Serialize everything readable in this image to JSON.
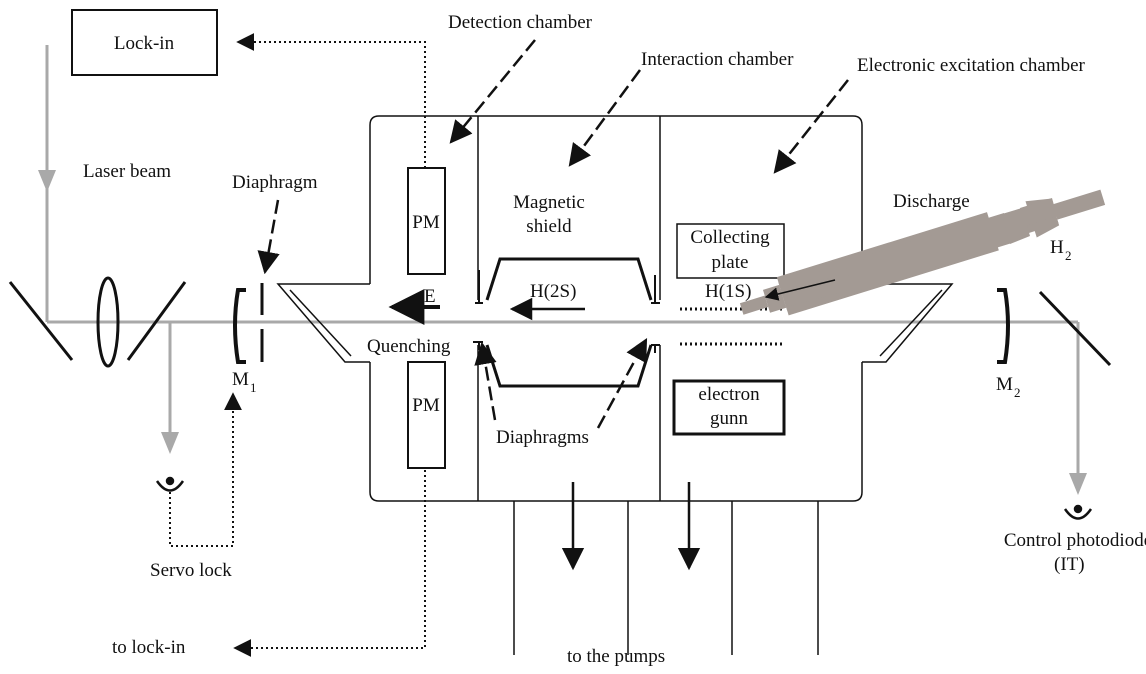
{
  "labels": {
    "lockin_box": "Lock-in",
    "detection_chamber": "Detection chamber",
    "interaction_chamber": "Interaction chamber",
    "excitation_chamber": "Electronic excitation chamber",
    "laser_beam": "Laser beam",
    "diaphragm": "Diaphragm",
    "pm_top": "PM",
    "pm_bottom": "PM",
    "magnetic": "Magnetic",
    "shield": "shield",
    "collecting": "Collecting",
    "plate": "plate",
    "discharge": "Discharge",
    "h2": "H",
    "h2_sub": "2",
    "e_field": "E",
    "h2s": "H(2S)",
    "h1s": "H(1S)",
    "quenching": "Quenching",
    "m1": "M",
    "m1_sub": "1",
    "m2": "M",
    "m2_sub": "2",
    "electron": "electron",
    "gunn": "gunn",
    "diaphragms": "Diaphragms",
    "servo_lock": "Servo lock",
    "control_photodiode": "Control photodiode",
    "it": "(IT)",
    "to_lockin": "to lock-in",
    "to_pumps": "to the pumps"
  },
  "colors": {
    "laser": "#a9a9a9",
    "ink": "#111111",
    "discharge": "#a39a94"
  }
}
